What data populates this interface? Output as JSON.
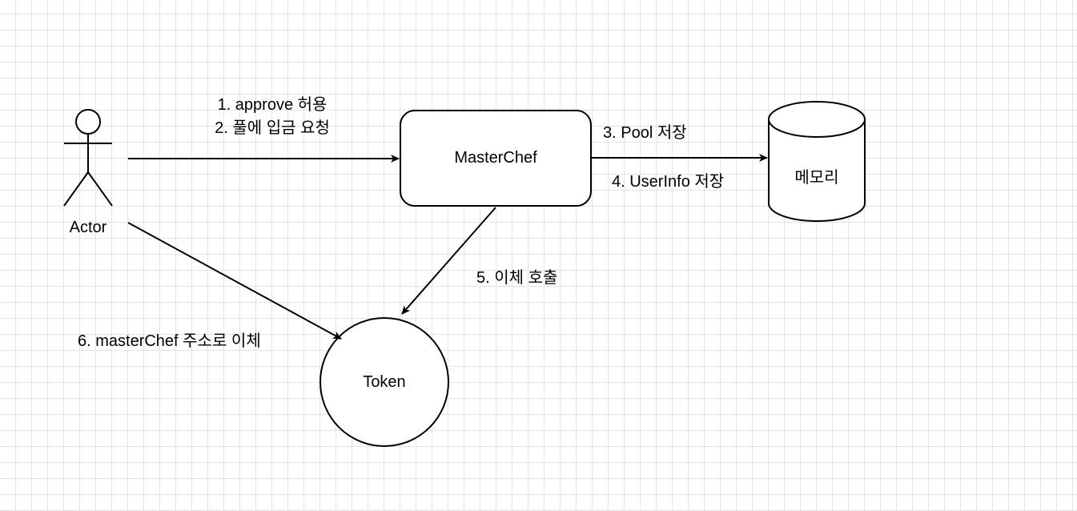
{
  "nodes": {
    "actor": {
      "label": "Actor",
      "icon": "actor-stick-figure-icon"
    },
    "masterchef": {
      "label": "MasterChef"
    },
    "memory": {
      "label": "메모리",
      "icon": "database-cylinder-icon"
    },
    "token": {
      "label": "Token"
    }
  },
  "edges": {
    "actor_to_masterchef": {
      "line1": "1. approve 허용",
      "line2": "2. 풀에 입금 요청"
    },
    "masterchef_to_memory": {
      "line1": "3. Pool 저장",
      "line2": "4. UserInfo 저장"
    },
    "masterchef_to_token": {
      "label": "5. 이체 호출"
    },
    "actor_to_token": {
      "label": "6. masterChef 주소로 이체"
    }
  },
  "colors": {
    "stroke": "#000000",
    "fill": "#ffffff",
    "grid": "#e3e3e3"
  }
}
